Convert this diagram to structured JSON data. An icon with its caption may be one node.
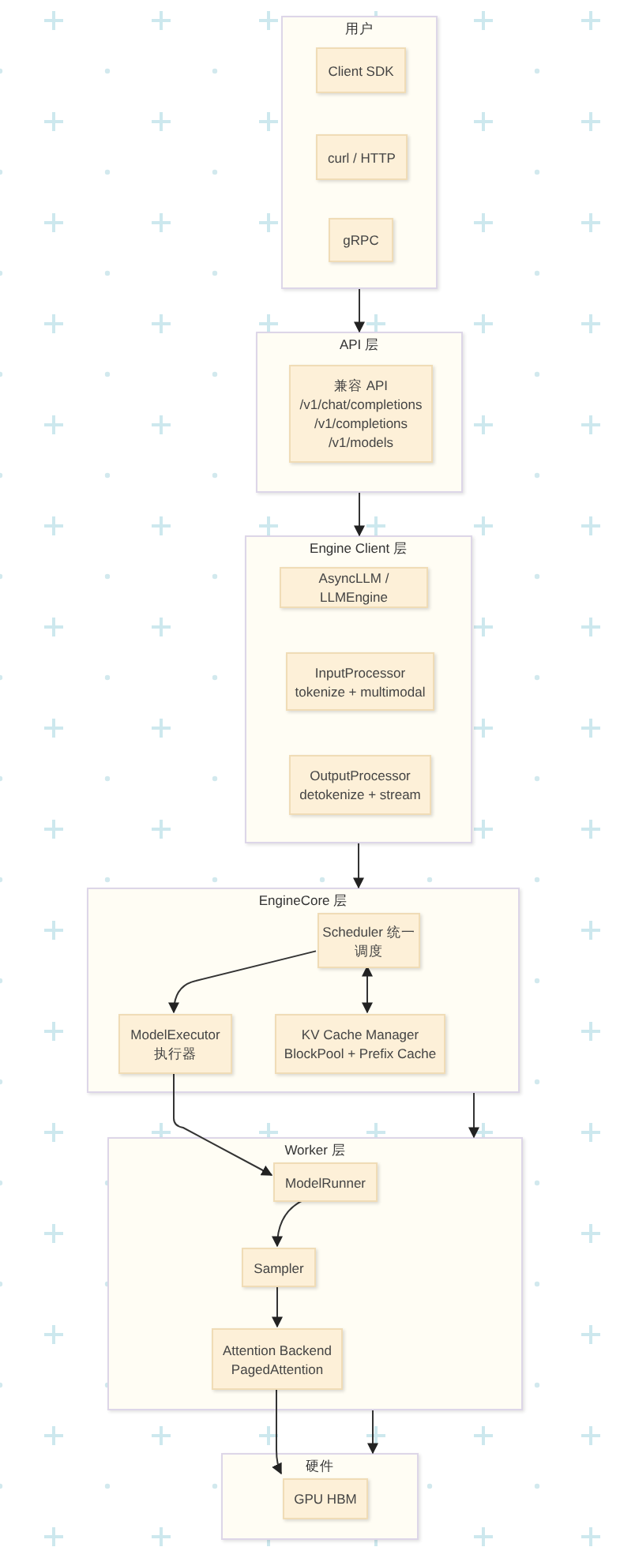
{
  "diagram": {
    "nodes": [
      {
        "text": [
          "用户"
        ]
      },
      {
        "text": [
          "Client SDK"
        ],
        "in": 0
      },
      {
        "text": [
          "curl / HTTP"
        ],
        "in": 0
      },
      {
        "text": [
          "gRPC"
        ],
        "in": 0
      },
      {
        "text": [
          "API 层"
        ]
      },
      {
        "text": [
          "兼容 API /v1/chat/completions /v1/completions /v1/models"
        ],
        "in": 4
      },
      {
        "text": [
          "Engine Client 层"
        ]
      },
      {
        "text": [
          "AsyncLLM / LLMEngine"
        ],
        "in": 6
      },
      {
        "text": [
          "InputProcessor tokenize + multimodal"
        ],
        "in": 6
      },
      {
        "text": [
          "OutputProcessor detokenize + stream"
        ],
        "in": 6
      },
      {
        "text": [
          "EngineCore 层"
        ]
      },
      {
        "text": [
          "Scheduler 统一调度"
        ],
        "in": 10
      },
      {
        "text": [
          "ModelExecutor 执行器"
        ],
        "in": 10
      },
      {
        "text": [
          "KV Cache Manager BlockPool + Prefix Cache"
        ],
        "in": 10
      },
      {
        "text": [
          "Worker 层"
        ]
      },
      {
        "text": [
          "ModelRunner"
        ],
        "in": 14
      },
      {
        "text": [
          "Sampler"
        ],
        "in": 14
      },
      {
        "text": [
          "Attention Backend PagedAttention"
        ],
        "in": 14
      },
      {
        "text": [
          "硬件"
        ]
      },
      {
        "text": [
          "GPU HBM"
        ],
        "in": 18
      }
    ],
    "edges": [
      {
        "from": 0,
        "to": 4,
        "arrow": "to"
      },
      {
        "from": 4,
        "to": 6,
        "arrow": "to"
      },
      {
        "from": 6,
        "to": 10,
        "arrow": "to"
      },
      {
        "from": 11,
        "to": 12,
        "arrow": "to"
      },
      {
        "from": 11,
        "to": 13,
        "arrow": "both"
      },
      {
        "from": 12,
        "to": 15,
        "arrow": "to"
      },
      {
        "from": 10,
        "to": 14,
        "arrow": "to"
      },
      {
        "from": 15,
        "to": 16,
        "arrow": "to"
      },
      {
        "from": 16,
        "to": 17,
        "arrow": "to"
      },
      {
        "from": 17,
        "to": 19,
        "arrow": "to"
      },
      {
        "from": 14,
        "to": 18,
        "arrow": "to"
      }
    ]
  }
}
